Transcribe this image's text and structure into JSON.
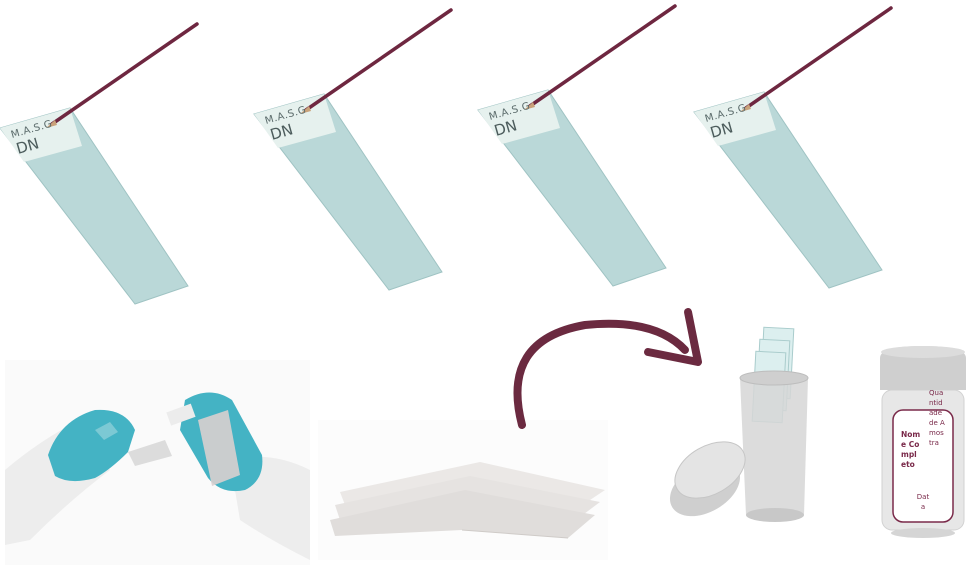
{
  "slides": {
    "label_top": "M.A.S.G",
    "label_bottom": "DN",
    "count": 4
  },
  "jar": {
    "name_label": "Nome Completo",
    "quantity_label": "Quantidade de Amostra",
    "date_label": "Data"
  },
  "colors": {
    "slide_body": "#bad8d8",
    "slide_frost": "#e6f1ee",
    "pencil": "#6e2740",
    "arrow": "#6b2a40",
    "glove": "#44b3c4",
    "container": "#d6d6d6",
    "label_text": "#7a2a4a"
  }
}
